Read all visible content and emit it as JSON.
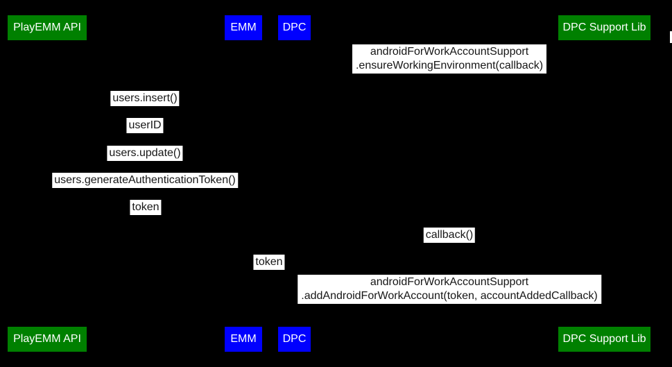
{
  "page": {
    "background": "#000000",
    "actor_text_color": "#ffffff"
  },
  "actors": [
    {
      "label": "PlayEMM API",
      "color": "#008000"
    },
    {
      "label": "EMM",
      "color": "#0000ff"
    },
    {
      "label": "DPC",
      "color": "#0000ff"
    },
    {
      "label": "DPC Support Lib",
      "color": "#008000"
    }
  ],
  "label_style": {
    "background": "#ffffff",
    "text_color": "#161616"
  },
  "messages": [
    {
      "lines": [
        "androidForWorkAccountSupport",
        ".ensureWorkingEnvironment(callback)"
      ]
    },
    {
      "lines": [
        "users.insert()"
      ]
    },
    {
      "lines": [
        "userID"
      ]
    },
    {
      "lines": [
        "users.update()"
      ]
    },
    {
      "lines": [
        "users.generateAuthenticationToken()"
      ]
    },
    {
      "lines": [
        "token"
      ]
    },
    {
      "lines": [
        "callback()"
      ]
    },
    {
      "lines": [
        "token"
      ]
    },
    {
      "lines": [
        "androidForWorkAccountSupport",
        ".addAndroidForWorkAccount(token, accountAddedCallback)"
      ]
    }
  ],
  "scrollbar": {
    "color": "#ffffff"
  }
}
